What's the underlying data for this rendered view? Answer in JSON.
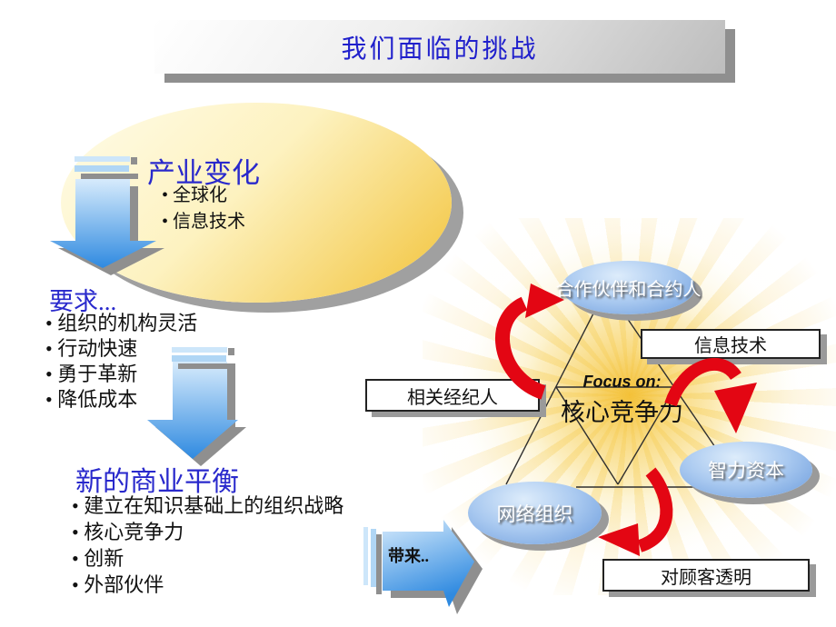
{
  "slide_title": "我们面临的挑战",
  "left_flow": {
    "industry": {
      "heading": "产业变化",
      "bullets": [
        "全球化",
        "信息技术"
      ]
    },
    "requirements": {
      "heading": "要求...",
      "bullets": [
        "组织的机构灵活",
        "行动快速",
        "勇于革新",
        "降低成本"
      ]
    },
    "new_balance": {
      "heading": "新的商业平衡",
      "bullets": [
        "建立在知识基础上的组织战略",
        "核心竞争力",
        "创新",
        "外部伙伴"
      ]
    },
    "brings_label": "带来.."
  },
  "diagram": {
    "focus_label": "Focus on:",
    "focus_value": "核心竞争力",
    "nodes": {
      "partners": "合作伙伴和合约人",
      "network": "网络组织",
      "intellectual": "智力资本"
    },
    "boxes": {
      "info_tech": "信息技术",
      "brokers": "相关经纪人",
      "customer_transparency": "对顾客透明"
    }
  },
  "colors": {
    "title_blue": "#2020cc",
    "heading_blue": "#2929cc",
    "arrow_blue_light": "#d7ebfc",
    "arrow_blue_dark": "#2f8ae0",
    "ellipse_yellow_light": "#fffce9",
    "ellipse_yellow_dark": "#f2c237",
    "node_blue_light": "#ddecfb",
    "node_blue_dark": "#6b9bdc",
    "cycle_red": "#e30613",
    "shadow_gray": "#9a9a9a"
  }
}
